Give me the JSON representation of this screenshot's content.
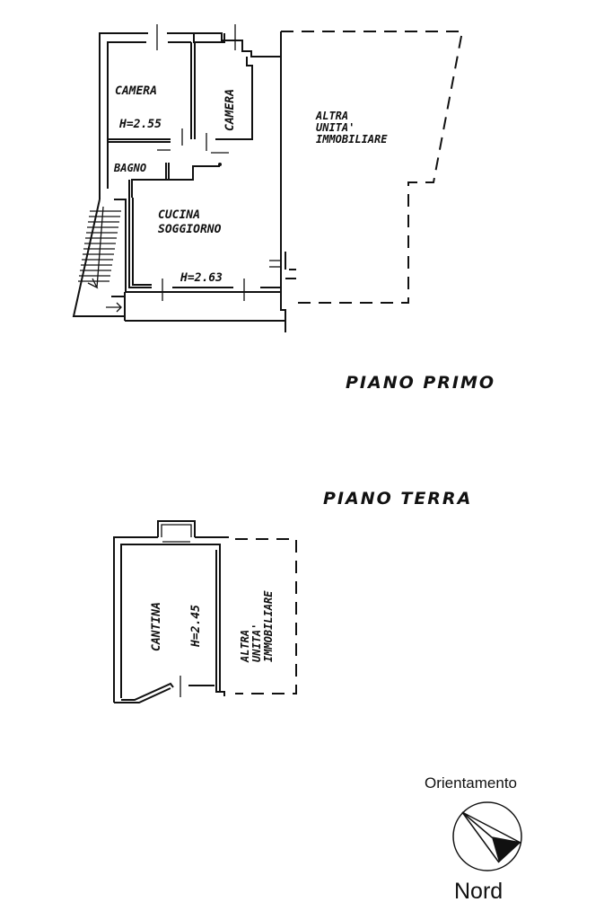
{
  "floor_first": {
    "title": "PIANO PRIMO",
    "rooms": {
      "camera_1": "CAMERA",
      "camera_1_height": "H=2.55",
      "camera_2": "CAMERA",
      "bagno": "BAGNO",
      "cucina_line1": "CUCINA",
      "cucina_line2": "SOGGIORNO",
      "cucina_height": "H=2.63",
      "other_line1": "ALTRA",
      "other_line2": "UNITA'",
      "other_line3": "IMMOBILIARE"
    }
  },
  "floor_ground": {
    "title": "PIANO TERRA",
    "rooms": {
      "cantina": "CANTINA",
      "cantina_height": "H=2.45",
      "other_line1": "ALTRA",
      "other_line2": "UNITA'",
      "other_line3": "IMMOBILIARE"
    }
  },
  "orientation": {
    "label": "Orientamento",
    "north": "Nord"
  }
}
